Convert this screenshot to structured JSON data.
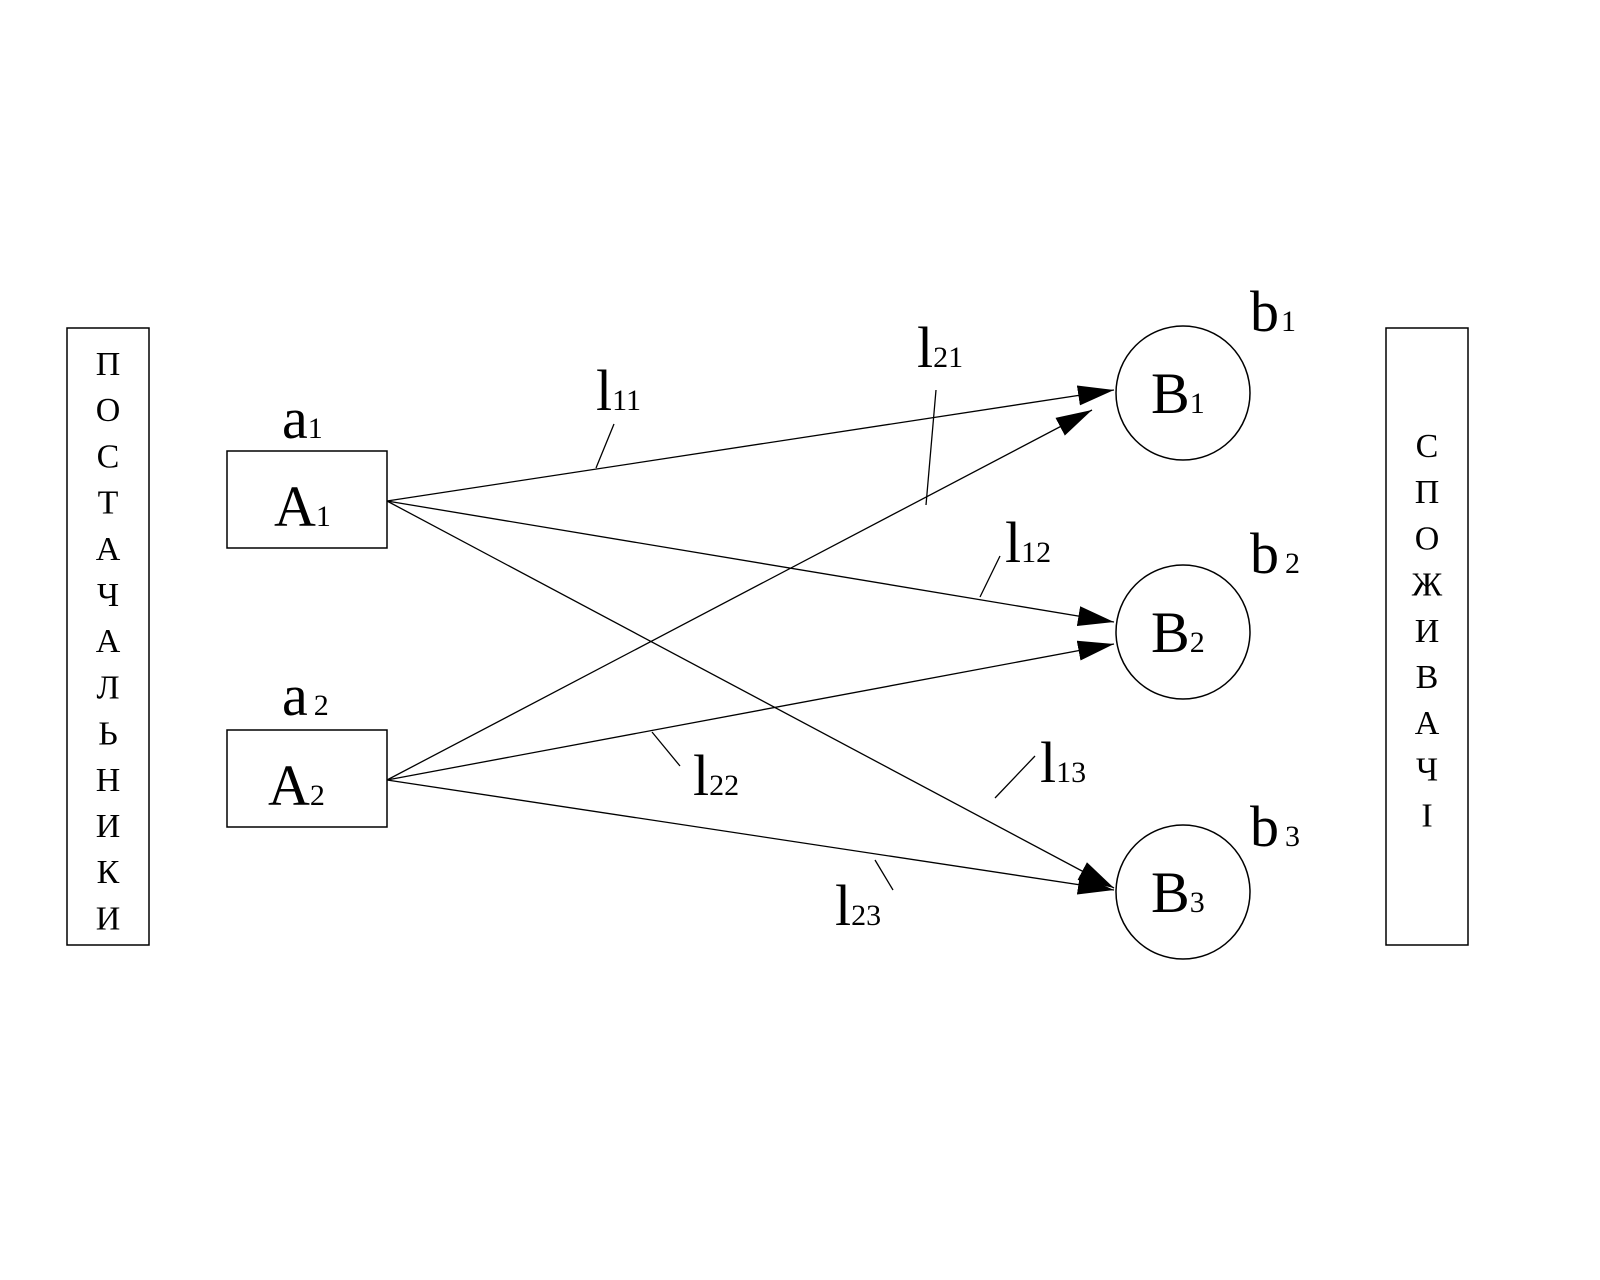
{
  "suppliers_panel": {
    "letters": [
      "П",
      "О",
      "С",
      "Т",
      "А",
      "Ч",
      "А",
      "Л",
      "Ь",
      "Н",
      "И",
      "К",
      "И"
    ]
  },
  "consumers_panel": {
    "letters": [
      "С",
      "П",
      "О",
      "Ж",
      "И",
      "В",
      "А",
      "Ч",
      "І"
    ]
  },
  "suppliers": [
    {
      "letter": "A",
      "index": "1",
      "supply_letter": "a",
      "supply_index": "1"
    },
    {
      "letter": "A",
      "index": "2",
      "supply_letter": "a",
      "supply_index": "2"
    }
  ],
  "consumers": [
    {
      "letter": "B",
      "index": "1",
      "demand_letter": "b",
      "demand_index": "1"
    },
    {
      "letter": "B",
      "index": "2",
      "demand_letter": "b",
      "demand_index": "2"
    },
    {
      "letter": "B",
      "index": "3",
      "demand_letter": "b",
      "demand_index": "3"
    }
  ],
  "routes": [
    {
      "from": 0,
      "to": 0,
      "letter": "l",
      "index": "11"
    },
    {
      "from": 0,
      "to": 1,
      "letter": "l",
      "index": "12"
    },
    {
      "from": 0,
      "to": 2,
      "letter": "l",
      "index": "13"
    },
    {
      "from": 1,
      "to": 0,
      "letter": "l",
      "index": "21"
    },
    {
      "from": 1,
      "to": 1,
      "letter": "l",
      "index": "22"
    },
    {
      "from": 1,
      "to": 2,
      "letter": "l",
      "index": "23"
    }
  ]
}
